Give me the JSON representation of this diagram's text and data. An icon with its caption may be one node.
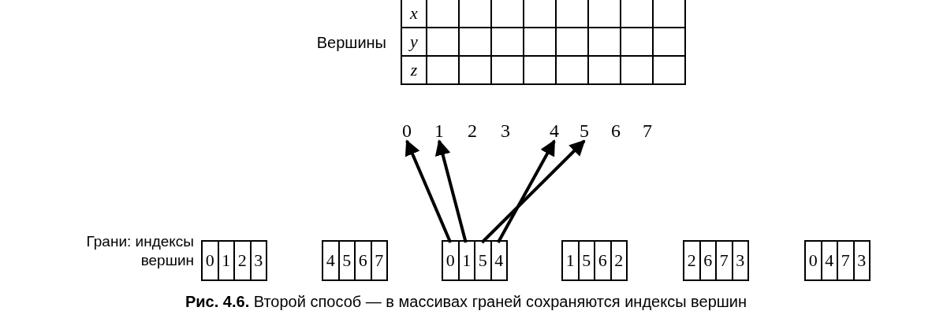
{
  "diagram": {
    "caption": "**Рис. 4.6.** Второй способ — в массивах граней сохраняются индексы вершин",
    "nodes": [
      {
        "text": [
          "x",
          "y",
          "z"
        ],
        "beside": [
          "Вершины"
        ]
      },
      {
        "text": [
          "0"
        ]
      },
      {
        "text": [
          "1"
        ]
      },
      {
        "text": [
          "2"
        ]
      },
      {
        "text": [
          "3"
        ]
      },
      {
        "text": [
          "4"
        ]
      },
      {
        "text": [
          "5"
        ]
      },
      {
        "text": [
          "6"
        ]
      },
      {
        "text": [
          "7"
        ]
      },
      {
        "text": [],
        "shape": "box"
      },
      {
        "text": [
          "0"
        ],
        "in": 9
      },
      {
        "text": [
          "1"
        ],
        "in": 9
      },
      {
        "text": [
          "2"
        ],
        "in": 9
      },
      {
        "text": [
          "3"
        ],
        "in": 9
      },
      {
        "text": [],
        "shape": "box"
      },
      {
        "text": [
          "4"
        ],
        "in": 14
      },
      {
        "text": [
          "5"
        ],
        "in": 14
      },
      {
        "text": [
          "6"
        ],
        "in": 14
      },
      {
        "text": [
          "7"
        ],
        "in": 14
      },
      {
        "text": [],
        "shape": "box"
      },
      {
        "text": [
          "0"
        ],
        "in": 19
      },
      {
        "text": [
          "1"
        ],
        "in": 19
      },
      {
        "text": [
          "5"
        ],
        "in": 19
      },
      {
        "text": [
          "4"
        ],
        "in": 19
      },
      {
        "text": [],
        "shape": "box"
      },
      {
        "text": [
          "1"
        ],
        "in": 24
      },
      {
        "text": [
          "5"
        ],
        "in": 24
      },
      {
        "text": [
          "6"
        ],
        "in": 24
      },
      {
        "text": [
          "2"
        ],
        "in": 24
      },
      {
        "text": [],
        "shape": "box"
      },
      {
        "text": [
          "2"
        ],
        "in": 29
      },
      {
        "text": [
          "6"
        ],
        "in": 29
      },
      {
        "text": [
          "7"
        ],
        "in": 29
      },
      {
        "text": [
          "3"
        ],
        "in": 29
      },
      {
        "text": [],
        "shape": "box"
      },
      {
        "text": [
          "0"
        ],
        "in": 34
      },
      {
        "text": [
          "4"
        ],
        "in": 34
      },
      {
        "text": [
          "7"
        ],
        "in": 34
      },
      {
        "text": [
          "3"
        ],
        "in": 34
      }
    ],
    "edges": [
      {
        "from": 20,
        "to": 1,
        "arrow": "to"
      },
      {
        "from": 21,
        "to": 2,
        "arrow": "to"
      },
      {
        "from": 22,
        "to": 6,
        "arrow": "to"
      },
      {
        "from": 23,
        "to": 5,
        "arrow": "to"
      }
    ],
    "labels": [
      "Грани: индексы вершин"
    ]
  }
}
